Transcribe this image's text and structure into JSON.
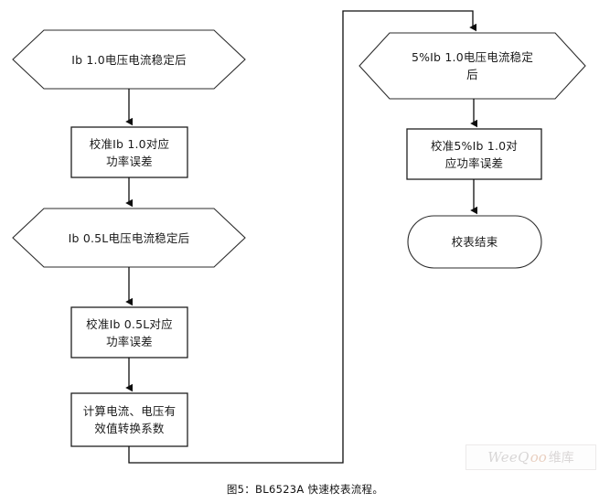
{
  "figure": {
    "caption": "图5：BL6523A 快速校表流程。",
    "stroke_color": "#2b2b2b",
    "text_color": "#1a1a1a",
    "background": "#ffffff"
  },
  "nodes": {
    "n1": {
      "id": "ib-1-0-stable",
      "shape": "hexagon",
      "text": "Ib 1.0电压电流稳定后"
    },
    "n2": {
      "id": "calibrate-ib-1-0",
      "shape": "process",
      "text": "校准Ib 1.0对应\n功率误差"
    },
    "n3": {
      "id": "ib-0-5l-stable",
      "shape": "hexagon",
      "text": "Ib 0.5L电压电流稳定后"
    },
    "n4": {
      "id": "calibrate-ib-0-5l",
      "shape": "process",
      "text": "校准Ib 0.5L对应\n功率误差"
    },
    "n5": {
      "id": "compute-rms-coefficients",
      "shape": "process",
      "text": "计算电流、电压有\n效值转换系数"
    },
    "n6": {
      "id": "pct5-ib-1-0-stable",
      "shape": "hexagon",
      "text": "5%Ib 1.0电压电流稳定\n后"
    },
    "n7": {
      "id": "calibrate-5pct-ib-1-0",
      "shape": "process",
      "text": "校准5%Ib 1.0对\n应功率误差"
    },
    "n8": {
      "id": "calibration-end",
      "shape": "terminator",
      "text": "校表结束"
    }
  },
  "edges": [
    {
      "id": "edge-n1-n2",
      "from": "ib-1-0-stable",
      "to": "calibrate-ib-1-0",
      "arrow": true
    },
    {
      "id": "edge-n2-n3",
      "from": "calibrate-ib-1-0",
      "to": "ib-0-5l-stable",
      "arrow": true
    },
    {
      "id": "edge-n3-n4",
      "from": "ib-0-5l-stable",
      "to": "calibrate-ib-0-5l",
      "arrow": true
    },
    {
      "id": "edge-n4-n5",
      "from": "calibrate-ib-0-5l",
      "to": "compute-rms-coefficients",
      "arrow": true
    },
    {
      "id": "edge-n5-n6",
      "from": "compute-rms-coefficients",
      "to": "pct5-ib-1-0-stable",
      "arrow": true,
      "routing": "down-right-up-right-down"
    },
    {
      "id": "edge-n6-n7",
      "from": "pct5-ib-1-0-stable",
      "to": "calibrate-5pct-ib-1-0",
      "arrow": true
    },
    {
      "id": "edge-n7-n8",
      "from": "calibrate-5pct-ib-1-0",
      "to": "calibration-end",
      "arrow": true
    }
  ],
  "watermark": {
    "text_main": "WeeQ",
    "text_accent": "oo",
    "text_cn": "维库"
  }
}
